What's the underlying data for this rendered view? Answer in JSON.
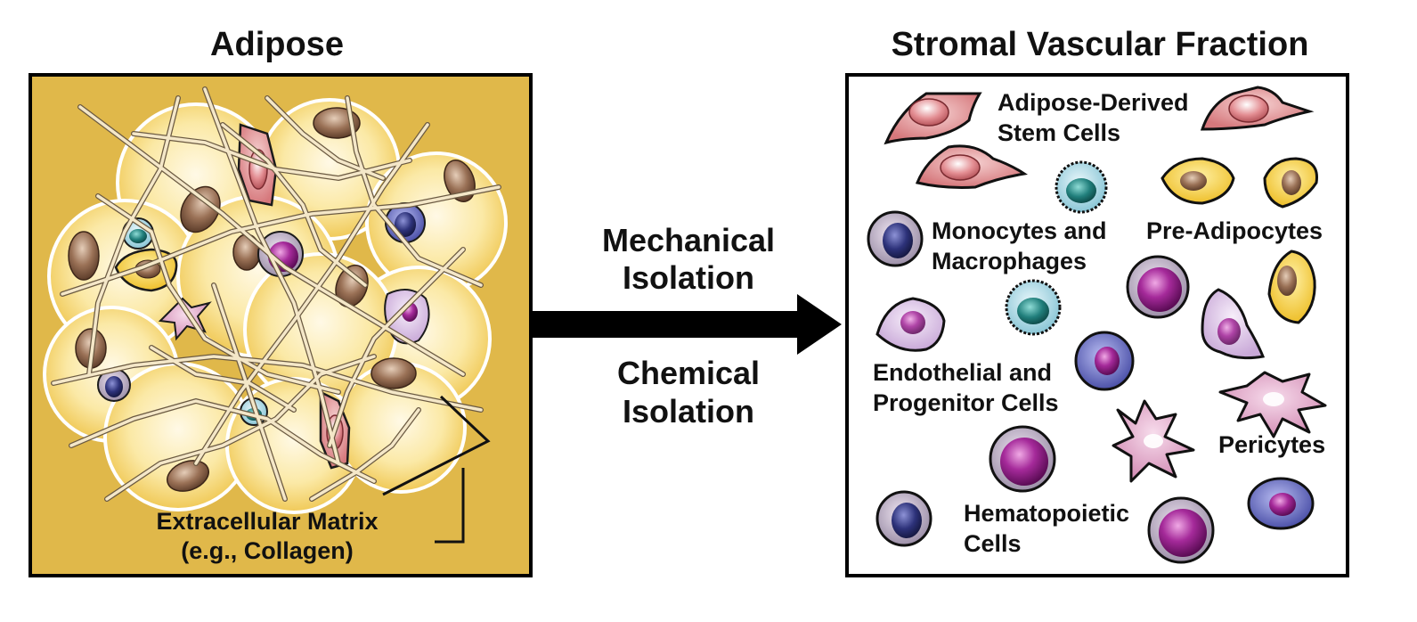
{
  "left_panel": {
    "title": "Adipose",
    "matrix_label_line1": "Extracellular Matrix",
    "matrix_label_line2": "(e.g., Collagen)"
  },
  "process": {
    "line1": "Mechanical",
    "line2": "Isolation",
    "line3": "Chemical",
    "line4": "Isolation"
  },
  "right_panel": {
    "title": "Stromal Vascular Fraction",
    "stem_line1": "Adipose-Derived",
    "stem_line2": "Stem Cells",
    "mono_line1": "Monocytes and",
    "mono_line2": "Macrophages",
    "preadipo": "Pre-Adipocytes",
    "endo_line1": "Endothelial and",
    "endo_line2": "Progenitor Cells",
    "pericytes": "Pericytes",
    "hema_line1": "Hematopoietic",
    "hema_line2": "Cells"
  },
  "colors": {
    "adipose_bg": "#e0b84a",
    "fat_cell": "#fbe9a6",
    "nucleus_brown": "#8a6248",
    "stem_pink": "#d98a8c",
    "pre_adipocyte_yellow": "#f3c93a",
    "monocyte_navy": "#3a3f7a",
    "macrophage_teal": "#2f8a8a",
    "endothelial_lilac": "#d9c3e3",
    "hematopoietic_magenta": "#8e1f86",
    "pericyte_pink": "#d99bbd",
    "blue_cell": "#5a5fb5"
  }
}
